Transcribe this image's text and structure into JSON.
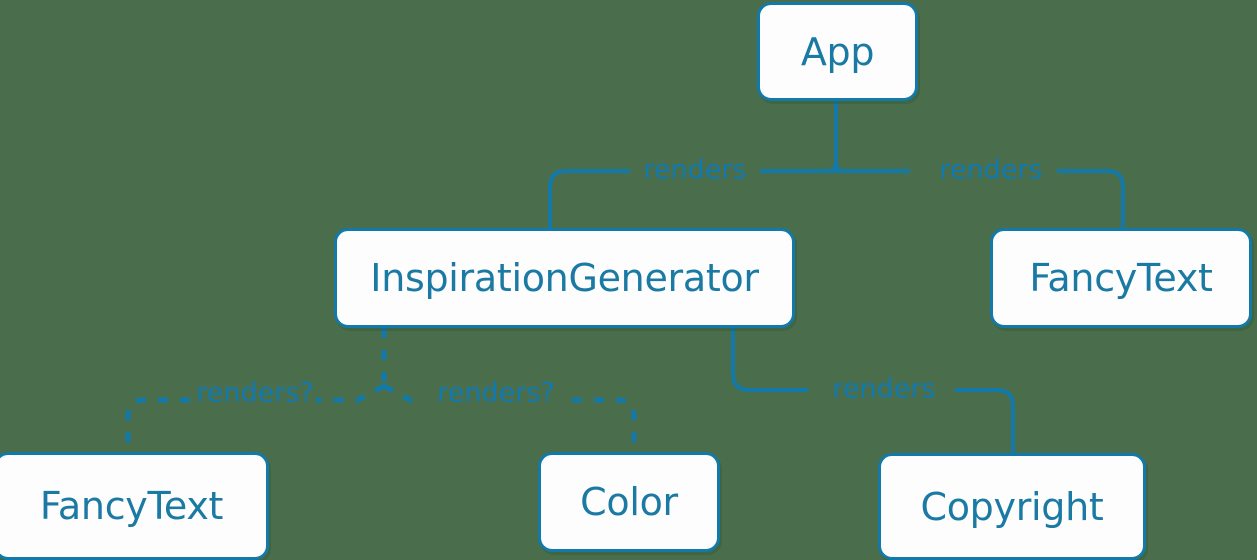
{
  "diagram": {
    "type": "component-tree",
    "background_color": "#4a6e4c",
    "accent_color": "#1279a8",
    "node_fill_color": "#fdfdfd",
    "label_color": "#1279ae",
    "nodes": [
      {
        "id": "app",
        "label": "App"
      },
      {
        "id": "inspiration",
        "label": "InspirationGenerator"
      },
      {
        "id": "fancytext-right",
        "label": "FancyText"
      },
      {
        "id": "fancytext-left",
        "label": "FancyText"
      },
      {
        "id": "color",
        "label": "Color"
      },
      {
        "id": "copyright",
        "label": "Copyright"
      }
    ],
    "edges": [
      {
        "from": "app",
        "to": "inspiration",
        "label": "renders",
        "style": "solid"
      },
      {
        "from": "app",
        "to": "fancytext-right",
        "label": "renders",
        "style": "solid"
      },
      {
        "from": "inspiration",
        "to": "fancytext-left",
        "label": "renders?",
        "style": "dashed"
      },
      {
        "from": "inspiration",
        "to": "color",
        "label": "renders?",
        "style": "dashed"
      },
      {
        "from": "inspiration",
        "to": "copyright",
        "label": "renders",
        "style": "solid"
      }
    ],
    "edge_labels": {
      "app_to_inspiration": "renders",
      "app_to_fancytext": "renders",
      "inspiration_to_fancytext": "renders?",
      "inspiration_to_color": "renders?",
      "inspiration_to_copyright": "renders"
    }
  }
}
